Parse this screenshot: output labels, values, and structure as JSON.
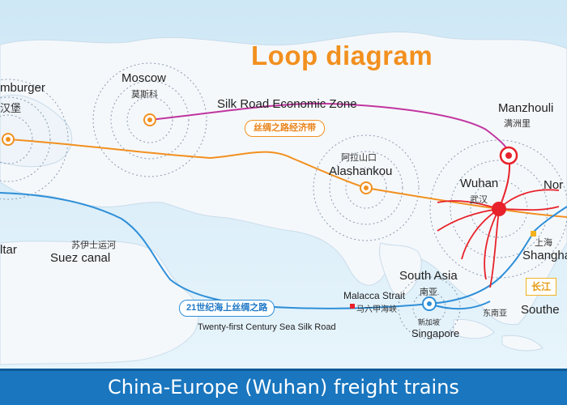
{
  "title": "Loop diagram",
  "footer": "China-Europe (Wuhan) freight trains",
  "places": {
    "hamburg_en": "mburger",
    "hamburg_zh": "汉堡",
    "moscow_en": "Moscow",
    "moscow_zh": "莫斯科",
    "manzhouli_en": "Manzhouli",
    "manzhouli_zh": "满洲里",
    "alashankou_zh": "阿拉山口",
    "alashankou_en": "Alashankou",
    "wuhan_en": "Wuhan",
    "wuhan_zh": "武汉",
    "north_partial": "Nor",
    "gibraltar_partial": "ltar",
    "suez_zh": "苏伊士运河",
    "suez_en": "Suez canal",
    "shanghai_zh": "上海",
    "shanghai_en": "Shangha",
    "south_asia_en": "South Asia",
    "south_asia_zh": "南亚",
    "malacca_en": "Malacca Strait",
    "malacca_zh": "马六甲海峡",
    "singapore_zh": "新加坡",
    "singapore_en": "Singapore",
    "southeast_zh": "东南亚",
    "southeast_en": "Southe",
    "yangtze_partial": "长江"
  },
  "routes": {
    "silk_road_en": "Silk Road Economic Zone",
    "silk_road_zh": "丝绸之路经济带",
    "sea_silk_road_zh": "21世纪海上丝绸之路",
    "sea_silk_road_en": "Twenty-first Century Sea Silk Road"
  },
  "colors": {
    "title": "#f2901f",
    "land_route": "#f2901f",
    "north_route": "#c0359f",
    "sea_route": "#2f8fd8",
    "hub": "#e8222a",
    "footer_bg": "#1976bf"
  }
}
